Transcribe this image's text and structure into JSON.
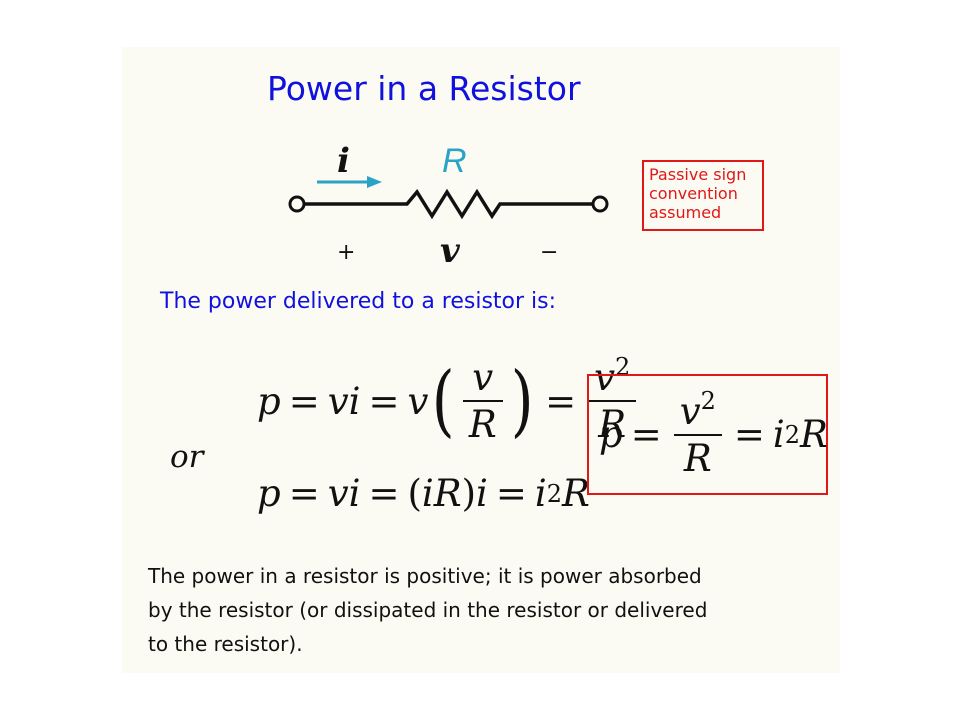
{
  "title": "Power in a Resistor",
  "circuit": {
    "current_label": "i",
    "resistor_label": "R",
    "voltage_label": "v",
    "plus_sign": "+",
    "minus_sign": "−",
    "colors": {
      "wire": "#111111",
      "current_arrow": "#2aa3c7",
      "resistor_label": "#2aa3c7"
    }
  },
  "sign_note": {
    "lines": [
      "Passive sign",
      "convention",
      "assumed"
    ],
    "color": "#e01818"
  },
  "intro_text": "The power delivered to a resistor is:",
  "equations": {
    "or_word": "or",
    "sym_p": "p",
    "sym_vi": "vi",
    "sym_v": "v",
    "sym_R": "R",
    "sym_i": "i",
    "sym_iR": "iR",
    "exponent": "2",
    "equals": "=",
    "lparen": "(",
    "rparen": ")"
  },
  "note_lines": [
    "The power in a resistor is positive; it is power absorbed",
    "by the resistor (or dissipated in the resistor or delivered",
    "to the resistor)."
  ],
  "colors": {
    "heading": "#1111dd",
    "box": "#e01818",
    "slide_bg": "#fbfbf3"
  }
}
